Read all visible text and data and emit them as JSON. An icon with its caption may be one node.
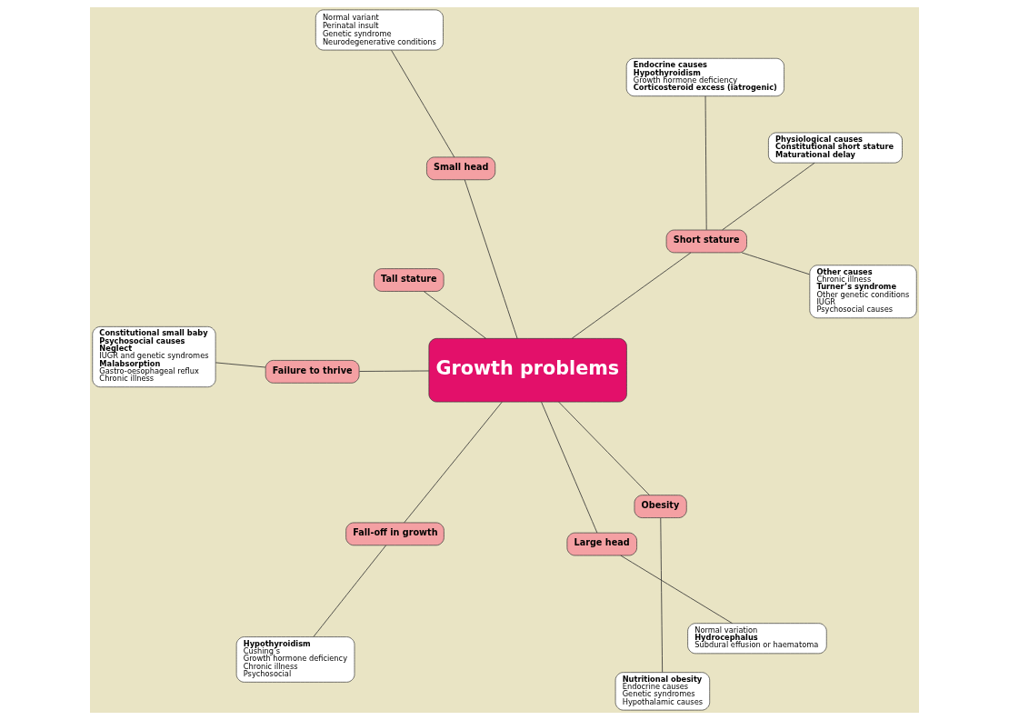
{
  "diagram": {
    "nodes": [
      {
        "text": [
          "Growth problems"
        ]
      },
      {
        "text": [
          "Large head"
        ]
      },
      {
        "text": [
          "Normal variation",
          "Hydrocephalus",
          "Subdural effusion or haematoma"
        ]
      },
      {
        "text": [
          "Small head"
        ]
      },
      {
        "text": [
          "Normal variant",
          "Perinatal insult",
          "Genetic syndrome",
          "Neurodegenerative conditions"
        ]
      },
      {
        "text": [
          "Failure to thrive"
        ]
      },
      {
        "text": [
          "Constitutional small baby",
          "Psychosocial causes",
          "Neglect",
          "IUGR and genetic syndromes",
          "Malabsorption",
          "Gastro-oesophageal reflux",
          "Chronic illness"
        ]
      },
      {
        "text": [
          "Obesity"
        ]
      },
      {
        "text": [
          "Nutritional obesity",
          "Endocrine causes",
          "Genetic syndromes",
          "Hypothalamic causes"
        ]
      },
      {
        "text": [
          "Fall-off in growth"
        ]
      },
      {
        "text": [
          "Hypothyroidism",
          "Cushing’s",
          "Growth hormone deficiency",
          "Chronic illness",
          "Psychosocial"
        ]
      },
      {
        "text": [
          "Tall stature"
        ]
      },
      {
        "text": [
          "Short stature"
        ]
      },
      {
        "text": [
          "Physiological causes",
          "Constitutional short stature",
          "Maturational delay"
        ]
      },
      {
        "text": [
          "Endocrine causes",
          "Hypothyroidism",
          "Growth hormone deficiency",
          "Corticosteroid excess (iatrogenic)"
        ]
      },
      {
        "text": [
          "Other causes",
          "Chronic illness",
          "Turner’s syndrome",
          "Other genetic conditions",
          "IUGR",
          "Psychosocial causes"
        ]
      }
    ],
    "edges": [
      {
        "from": 0,
        "to": 1,
        "arrow": "none"
      },
      {
        "from": 1,
        "to": 2,
        "arrow": "none"
      },
      {
        "from": 0,
        "to": 3,
        "arrow": "none"
      },
      {
        "from": 3,
        "to": 4,
        "arrow": "none"
      },
      {
        "from": 0,
        "to": 5,
        "arrow": "none"
      },
      {
        "from": 5,
        "to": 6,
        "arrow": "none"
      },
      {
        "from": 0,
        "to": 7,
        "arrow": "none"
      },
      {
        "from": 7,
        "to": 8,
        "arrow": "none"
      },
      {
        "from": 0,
        "to": 9,
        "arrow": "none"
      },
      {
        "from": 9,
        "to": 10,
        "arrow": "none"
      },
      {
        "from": 0,
        "to": 11,
        "arrow": "none"
      },
      {
        "from": 0,
        "to": 12,
        "arrow": "none"
      },
      {
        "from": 12,
        "to": 13,
        "arrow": "none"
      },
      {
        "from": 12,
        "to": 14,
        "arrow": "none"
      },
      {
        "from": 12,
        "to": 15,
        "arrow": "none"
      }
    ]
  }
}
